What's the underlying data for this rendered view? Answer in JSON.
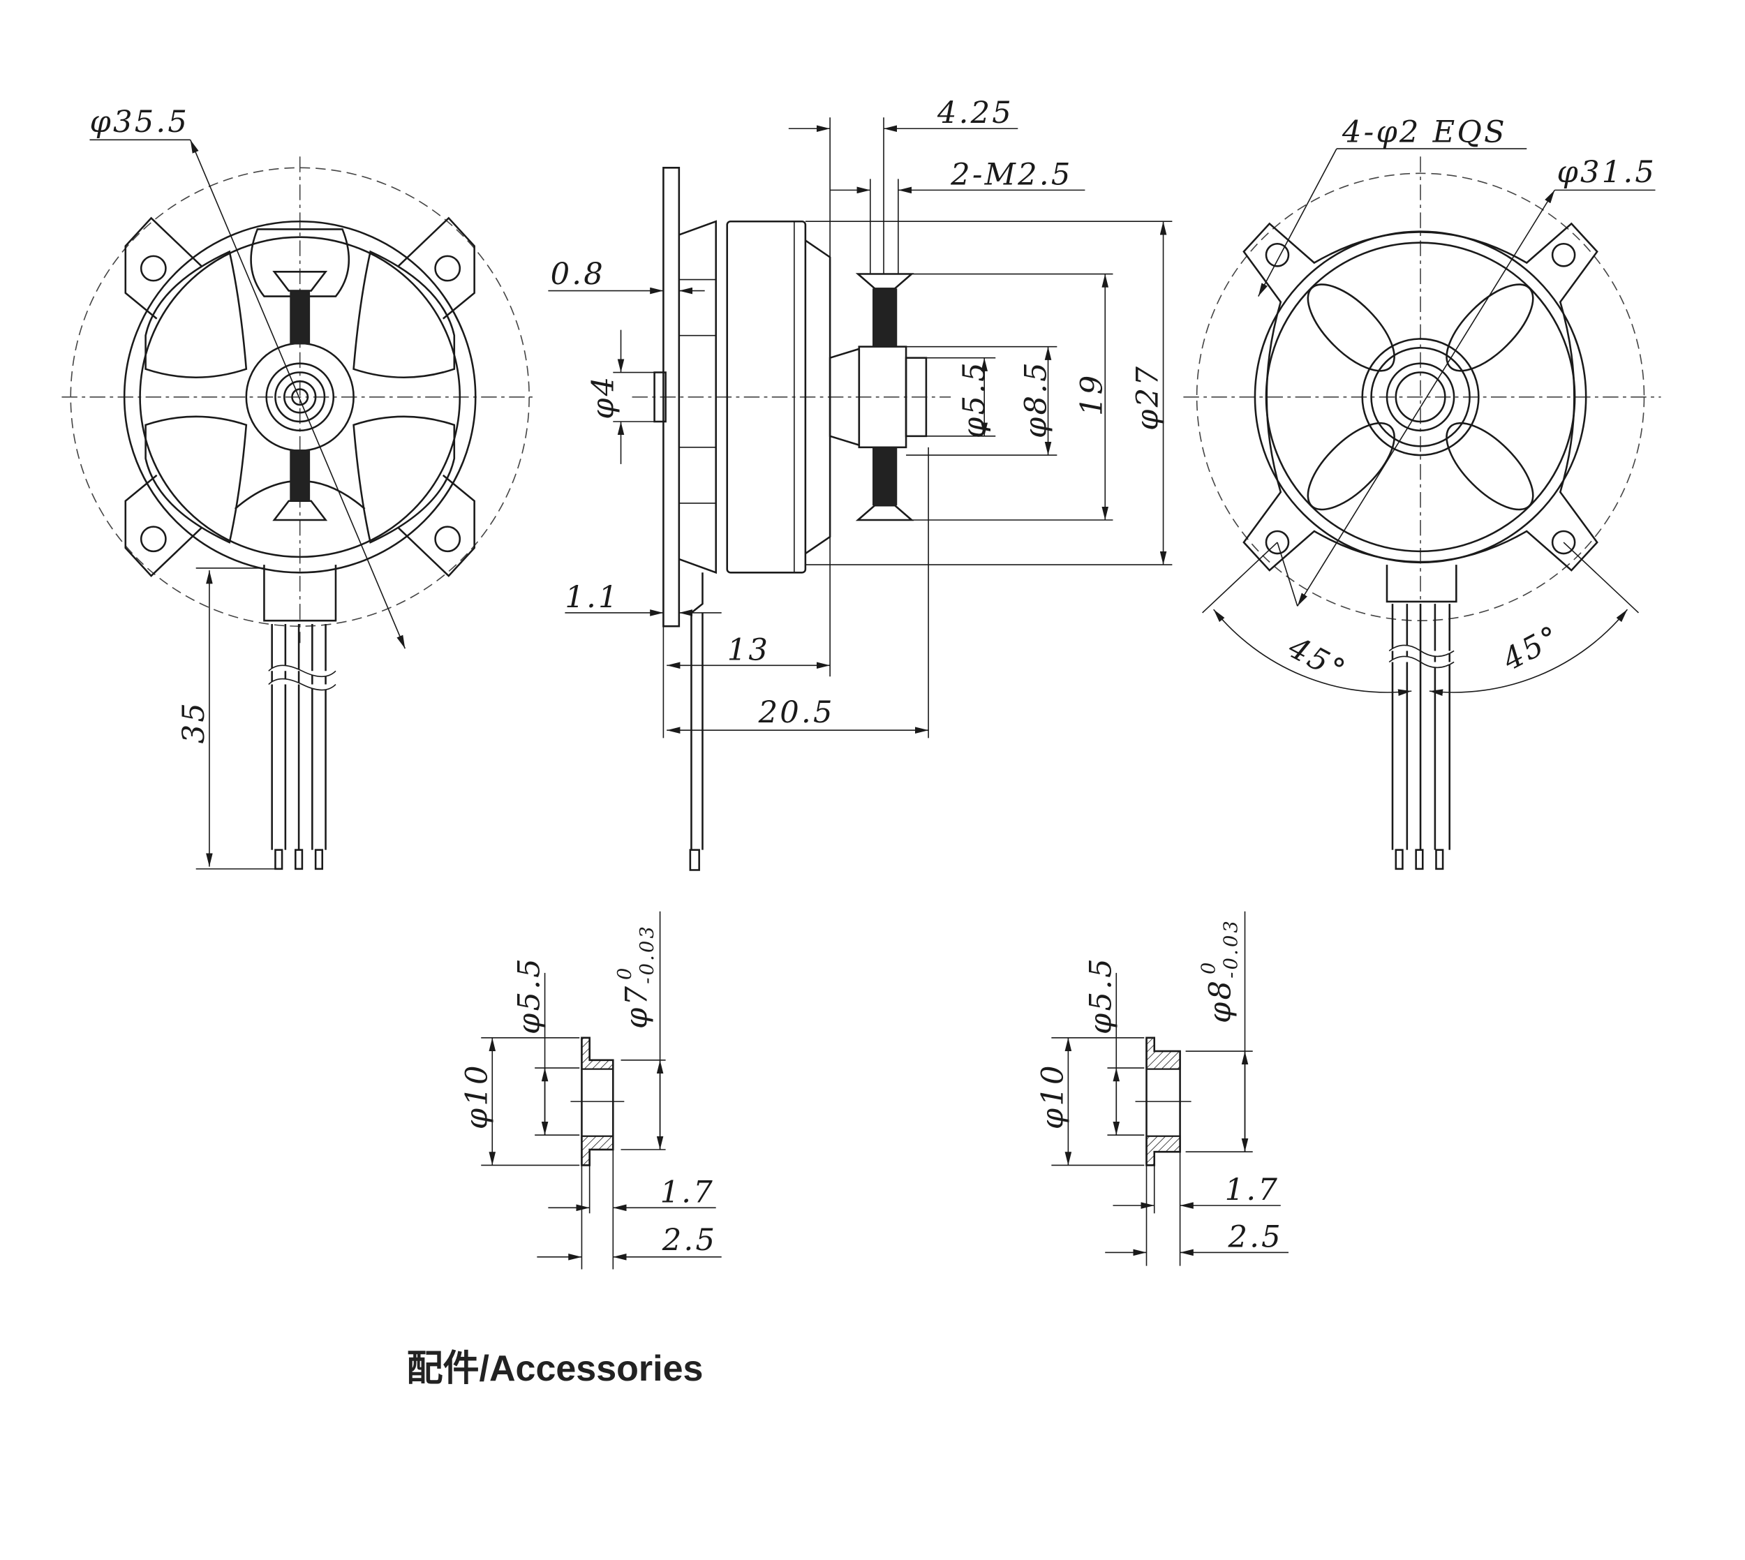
{
  "front_view": {
    "outer_diameter": "φ35.5",
    "wire_length": "35"
  },
  "side_view": {
    "screw_offset": "4.25",
    "screw_spec": "2-M2.5",
    "flange_thickness": "0.8",
    "shaft_diameter": "φ4",
    "base_thickness": "1.1",
    "shaft_adapter_inner": "φ5.5",
    "shaft_adapter_outer": "φ8.5",
    "screw_spacing": "19",
    "body_diameter": "φ27",
    "body_length": "13",
    "total_length": "20.5"
  },
  "rear_view": {
    "mount_holes": "4-φ2 EQS",
    "mount_circle": "φ31.5",
    "angle_left": "45°",
    "angle_right": "45°"
  },
  "accessories": {
    "title": "配件/Accessories",
    "parts": [
      {
        "inner": "φ5.5",
        "outer_base": "φ7",
        "tol_upper": "0",
        "tol_lower": "-0.03",
        "flange": "φ10",
        "step": "1.7",
        "length": "2.5"
      },
      {
        "inner": "φ5.5",
        "outer_base": "φ8",
        "tol_upper": "0",
        "tol_lower": "-0.03",
        "flange": "φ10",
        "step": "1.7",
        "length": "2.5"
      }
    ]
  }
}
